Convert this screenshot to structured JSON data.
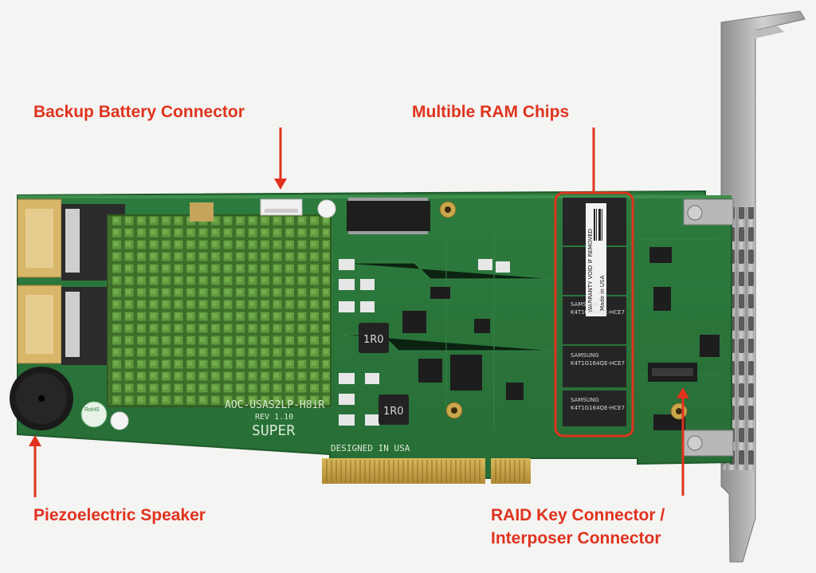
{
  "callouts": {
    "battery": "Backup Battery Connector",
    "ram": "Multible RAM Chips",
    "speaker": "Piezoelectric Speaker",
    "raid_line1": "RAID Key Connector /",
    "raid_line2": "Interposer Connector"
  },
  "board": {
    "model": "AOC-USAS2LP-H8iR",
    "revision": "REV 1.10",
    "brand": "SUPER",
    "designed": "DESIGNED IN USA",
    "rohs": "RoHS",
    "inductor_a": "1R0",
    "inductor_b": "1R0"
  },
  "ram_chips": [
    {
      "maker": "SAMSUNG",
      "code": "K4T1G164QE-HCE7"
    },
    {
      "maker": "SAMSUNG",
      "code": "K4T1G164QE-HCE7"
    },
    {
      "maker": "SAMSUNG",
      "code": "K4T1G164QE-HCE7"
    }
  ],
  "warranty_sticker": {
    "line1": "WARRANTY VOID IF REMOVED",
    "line2": "Made in USA"
  },
  "colors": {
    "callout_red": "#e0331e",
    "pcb_green": "#2f7a3c",
    "heatsink_green": "#4d8a36",
    "bracket_silver": "#a9a9a9",
    "gold_contact": "#c9a74a"
  }
}
